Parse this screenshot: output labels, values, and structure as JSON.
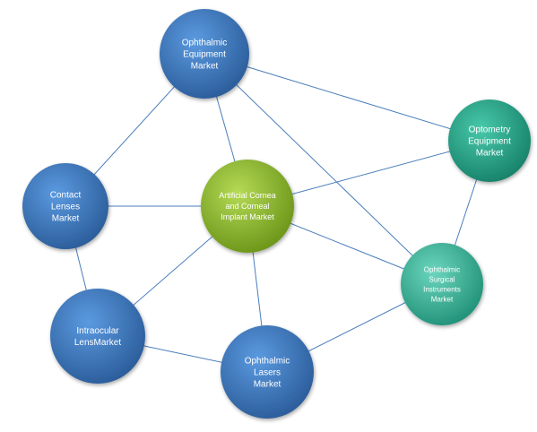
{
  "diagram": {
    "nodes": {
      "ophthalmic_equipment": {
        "label": [
          "Ophthalmic",
          "Equipment",
          "Market"
        ],
        "color": "blue"
      },
      "optometry_equipment": {
        "label": [
          "Optometry",
          "Equipment",
          "Market"
        ],
        "color": "teal"
      },
      "contact_lenses": {
        "label": [
          "Contact",
          "Lenses",
          "Market"
        ],
        "color": "blue"
      },
      "artificial_cornea": {
        "label": [
          "Artificial Cornea",
          "and Corneal",
          "Implant Market"
        ],
        "color": "green"
      },
      "intraocular_lens": {
        "label": [
          "Intraocular",
          "LensMarket"
        ],
        "color": "blue"
      },
      "ophthalmic_lasers": {
        "label": [
          "Ophthalmic",
          "Lasers",
          "Market"
        ],
        "color": "blue"
      },
      "ophthalmic_surgical": {
        "label": [
          "Ophthalmic",
          "Surgical",
          "Instruments",
          "Market"
        ],
        "color": "teal"
      }
    },
    "edges": [
      [
        "ophthalmic_equipment",
        "optometry_equipment"
      ],
      [
        "ophthalmic_equipment",
        "contact_lenses"
      ],
      [
        "ophthalmic_equipment",
        "artificial_cornea"
      ],
      [
        "ophthalmic_equipment",
        "ophthalmic_surgical"
      ],
      [
        "contact_lenses",
        "artificial_cornea"
      ],
      [
        "contact_lenses",
        "intraocular_lens"
      ],
      [
        "artificial_cornea",
        "optometry_equipment"
      ],
      [
        "artificial_cornea",
        "intraocular_lens"
      ],
      [
        "artificial_cornea",
        "ophthalmic_lasers"
      ],
      [
        "artificial_cornea",
        "ophthalmic_surgical"
      ],
      [
        "optometry_equipment",
        "ophthalmic_surgical"
      ],
      [
        "intraocular_lens",
        "ophthalmic_lasers"
      ],
      [
        "ophthalmic_lasers",
        "ophthalmic_surgical"
      ]
    ],
    "colors": {
      "blue_light": "#4f8fd6",
      "blue_dark": "#2c5f9e",
      "teal_light": "#3dbfa2",
      "teal_dark": "#1b8a72",
      "green_light": "#a7d045",
      "green_dark": "#6f9a1e",
      "edge": "#4a7ebb"
    }
  }
}
